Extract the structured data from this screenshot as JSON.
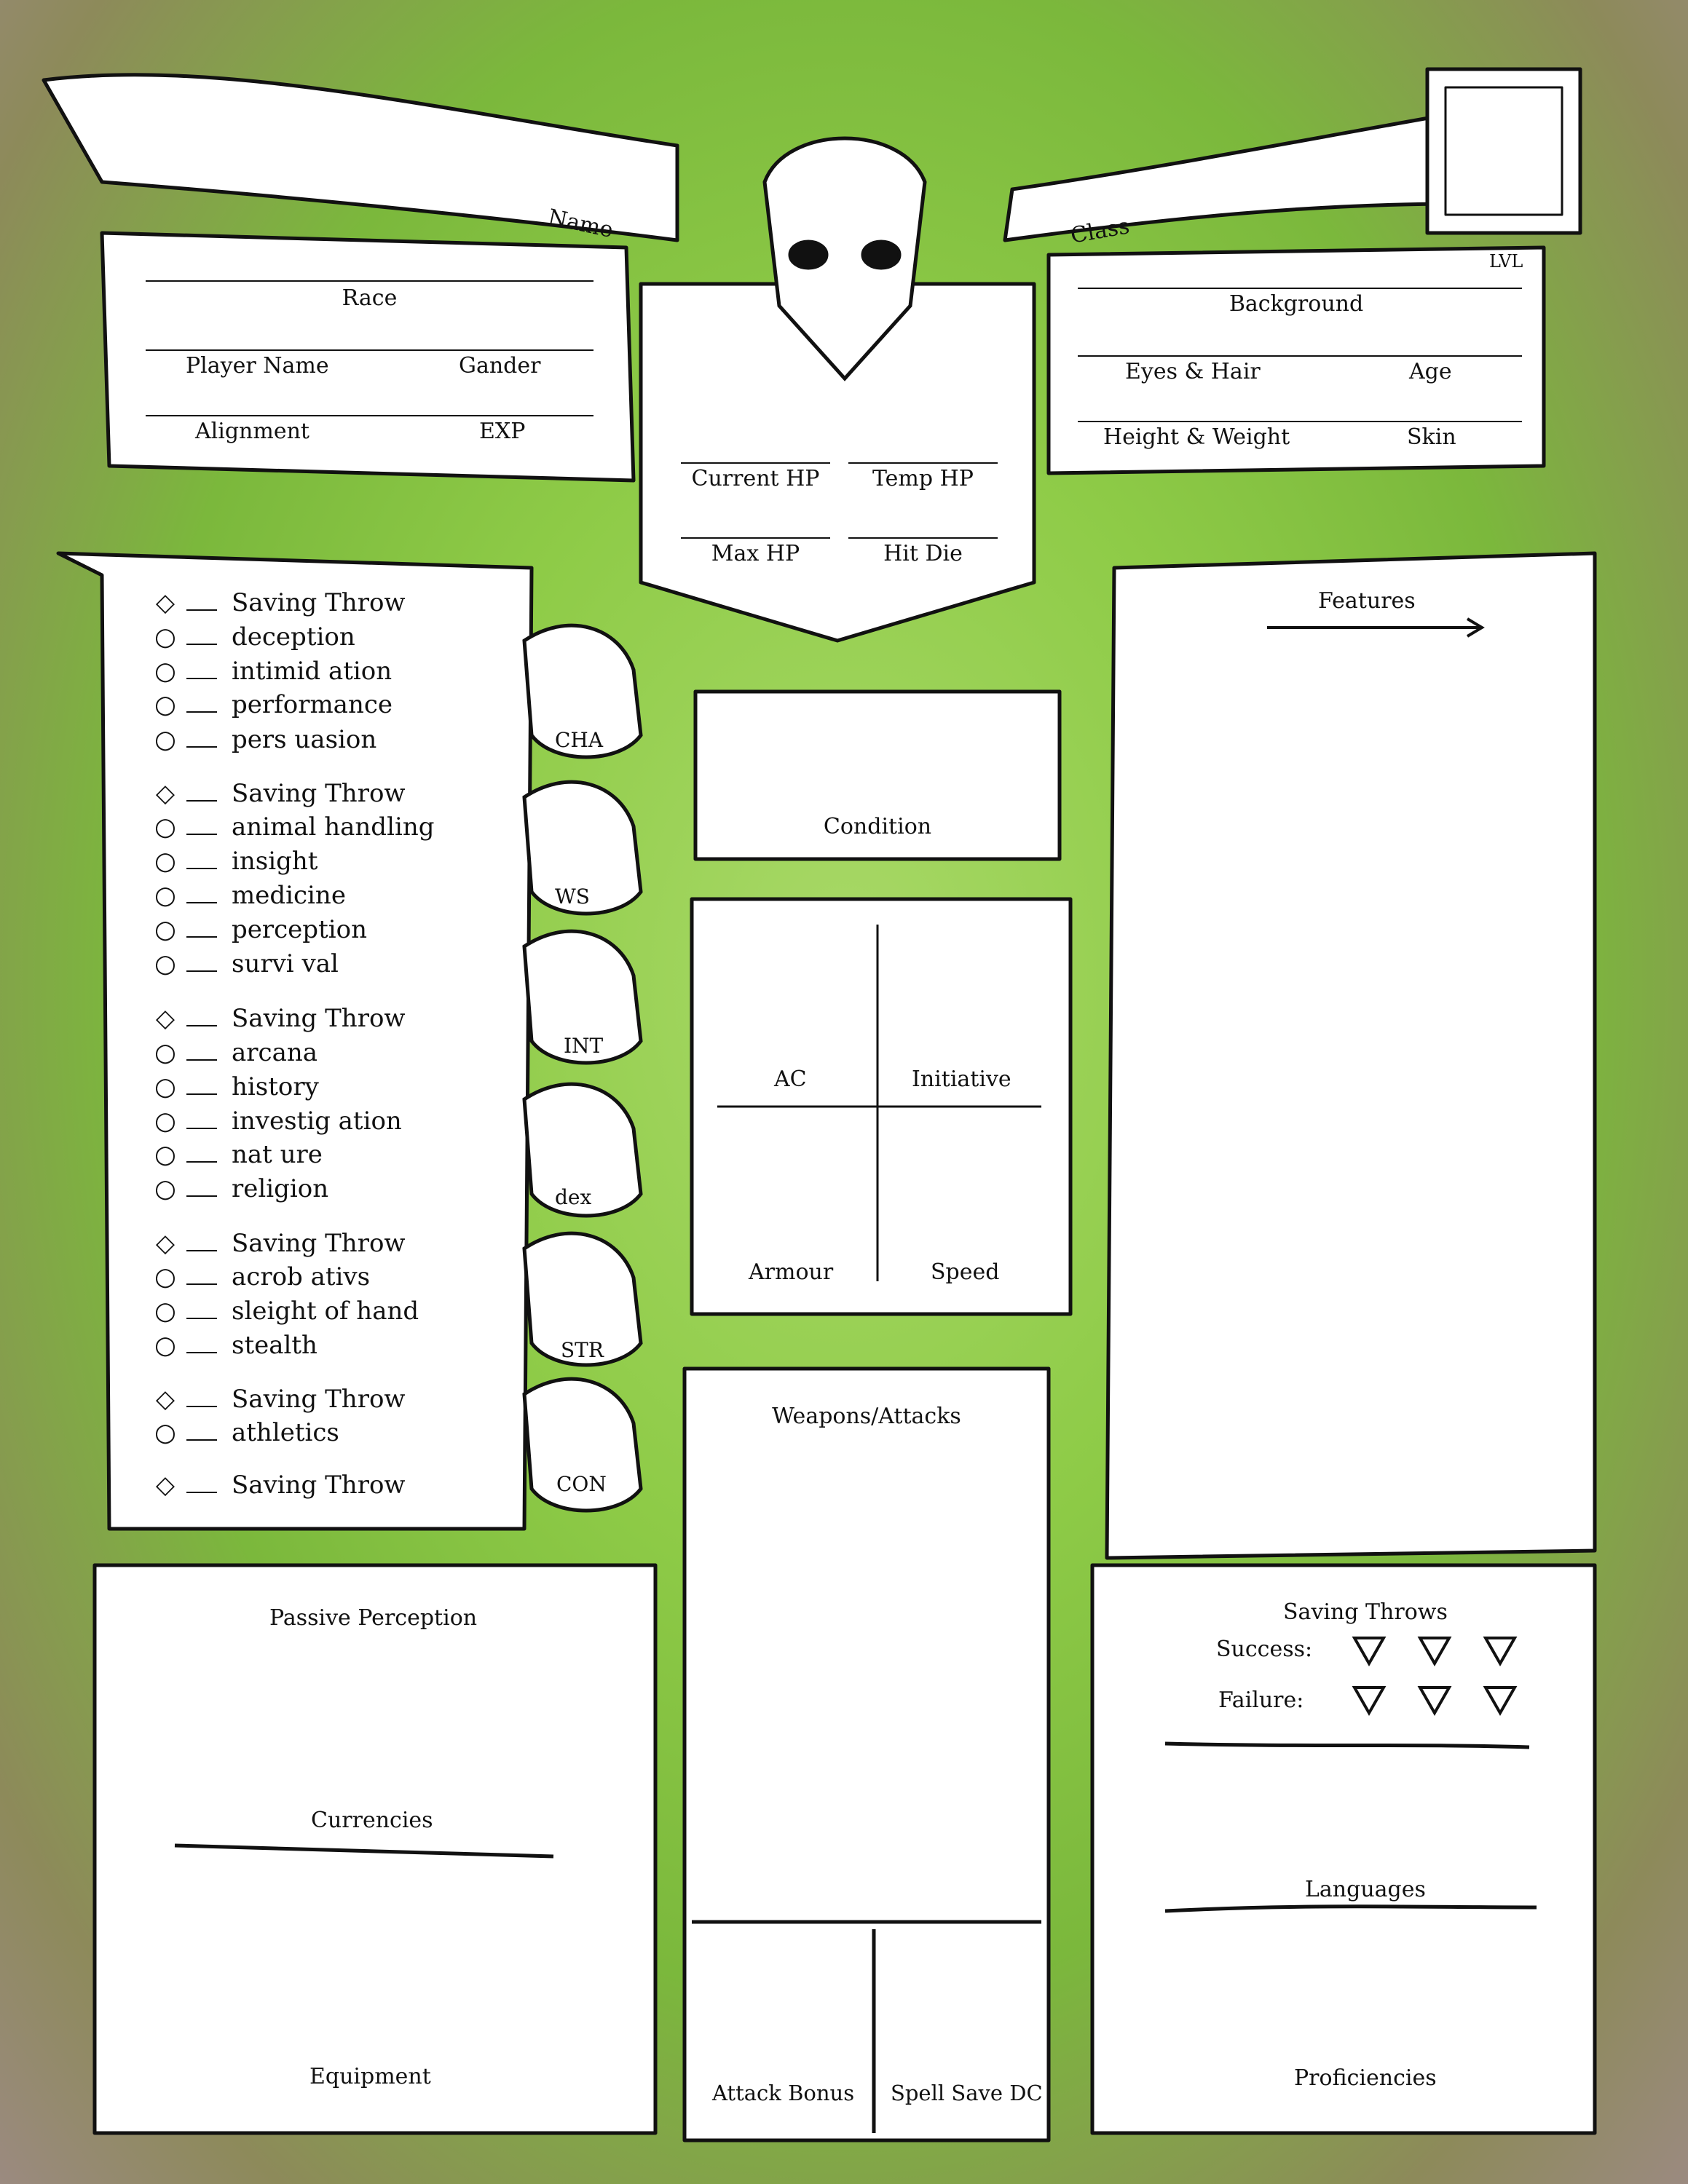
{
  "header": {
    "name_label": "Name",
    "class_label": "Class",
    "level_label": "LVL"
  },
  "identity_left": {
    "race": "Race",
    "player_name": "Player Name",
    "gender": "Gander",
    "alignment": "Alignment",
    "exp": "EXP"
  },
  "identity_right": {
    "background": "Background",
    "eyes_hair": "Eyes & Hair",
    "age": "Age",
    "height_weight": "Height & Weight",
    "skin": "Skin"
  },
  "hp": {
    "current": "Current HP",
    "temp": "Temp HP",
    "max": "Max HP",
    "hit_die": "Hit Die"
  },
  "skills": [
    {
      "mark": "◇",
      "label": "Saving Throw"
    },
    {
      "mark": "○",
      "label": "deception"
    },
    {
      "mark": "○",
      "label": "intimid ation"
    },
    {
      "mark": "○",
      "label": "performance"
    },
    {
      "mark": "○",
      "label": "pers uasion"
    },
    {
      "mark": "◇",
      "label": "Saving Throw"
    },
    {
      "mark": "○",
      "label": "animal handling"
    },
    {
      "mark": "○",
      "label": "insight"
    },
    {
      "mark": "○",
      "label": "medicine"
    },
    {
      "mark": "○",
      "label": "perception"
    },
    {
      "mark": "○",
      "label": "survi val"
    },
    {
      "mark": "◇",
      "label": "Saving Throw"
    },
    {
      "mark": "○",
      "label": "arcana"
    },
    {
      "mark": "○",
      "label": "history"
    },
    {
      "mark": "○",
      "label": "investig ation"
    },
    {
      "mark": "○",
      "label": "nat ure"
    },
    {
      "mark": "○",
      "label": "religion"
    },
    {
      "mark": "◇",
      "label": "Saving Throw"
    },
    {
      "mark": "○",
      "label": "acrob ativs"
    },
    {
      "mark": "○",
      "label": "sleight of hand"
    },
    {
      "mark": "○",
      "label": "stealth"
    },
    {
      "mark": "◇",
      "label": "Saving Throw"
    },
    {
      "mark": "○",
      "label": "athletics"
    },
    {
      "mark": "◇",
      "label": "Saving Throw"
    }
  ],
  "abilities": [
    "CHA",
    "WS",
    "INT",
    "dex",
    "STR",
    "CON"
  ],
  "combat": {
    "condition": "Condition",
    "ac": "AC",
    "initiative": "Initiative",
    "armour": "Armour",
    "speed": "Speed",
    "weapons": "Weapons/Attacks",
    "attack_bonus": "Attack Bonus",
    "spell_save": "Spell Save DC"
  },
  "features": {
    "label": "Features"
  },
  "inventory": {
    "passive_perception": "Passive Perception",
    "currencies": "Currencies",
    "equipment": "Equipment"
  },
  "death_saves": {
    "title": "Saving Throws",
    "success": "Success:",
    "failure": "Failure:",
    "languages": "Languages",
    "proficiencies": "Proficiencies"
  }
}
